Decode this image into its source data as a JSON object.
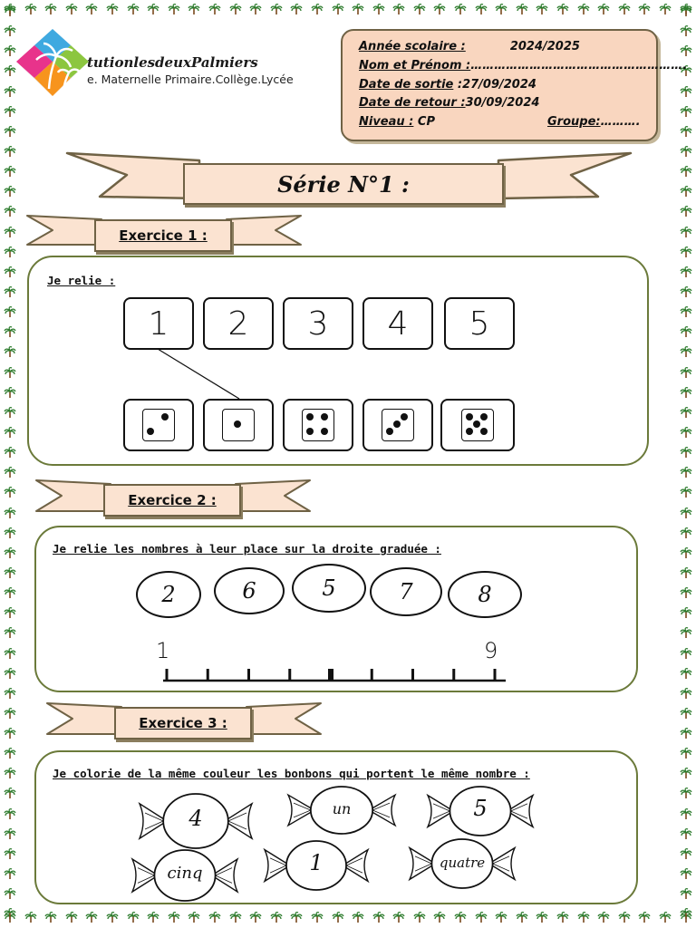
{
  "header": {
    "school_name": "tutionlesdeuxPalmiers",
    "school_subtitle": "e. Maternelle Primaire.Collège.Lycée"
  },
  "info": {
    "annee_label": "Année scolaire  :",
    "annee_value": "2024/2025",
    "nom_label": "Nom et Prénom :",
    "nom_value": "……………………………………………….",
    "sortie_label": "Date de sortie",
    "sortie_value": " :27/09/2024",
    "retour_label": "Date de retour :",
    "retour_value": "30/09/2024",
    "niveau_label": "Niveau :",
    "niveau_value": " CP",
    "groupe_label": "Groupe:",
    "groupe_value": "………."
  },
  "serie": {
    "title": "Série N°1  :"
  },
  "ex1": {
    "title": "Exercice 1 :",
    "instruction": "Je relie :",
    "numbers": [
      "1",
      "2",
      "3",
      "4",
      "5"
    ],
    "dice_values": [
      2,
      1,
      4,
      3,
      5
    ]
  },
  "ex2": {
    "title": "Exercice 2 :",
    "instruction": "Je relie les nombres à leur place sur la droite graduée :",
    "ovals": [
      "2",
      "6",
      "5",
      "7",
      "8"
    ],
    "axis_start": "1",
    "axis_end": "9"
  },
  "ex3": {
    "title": "Exercice 3 :",
    "instruction": "Je colorie de la même couleur les bonbons qui portent le même nombre :",
    "candies": [
      "4",
      "un",
      "5",
      "cinq",
      "1",
      "quatre"
    ]
  },
  "colors": {
    "info_bg": "#f9d6bf",
    "ribbon_bg": "#fbe3d1",
    "panel_border": "#6b7a3a",
    "palm_trunk": "#7a4a1e",
    "palm_leaf": "#2f7d2f"
  }
}
